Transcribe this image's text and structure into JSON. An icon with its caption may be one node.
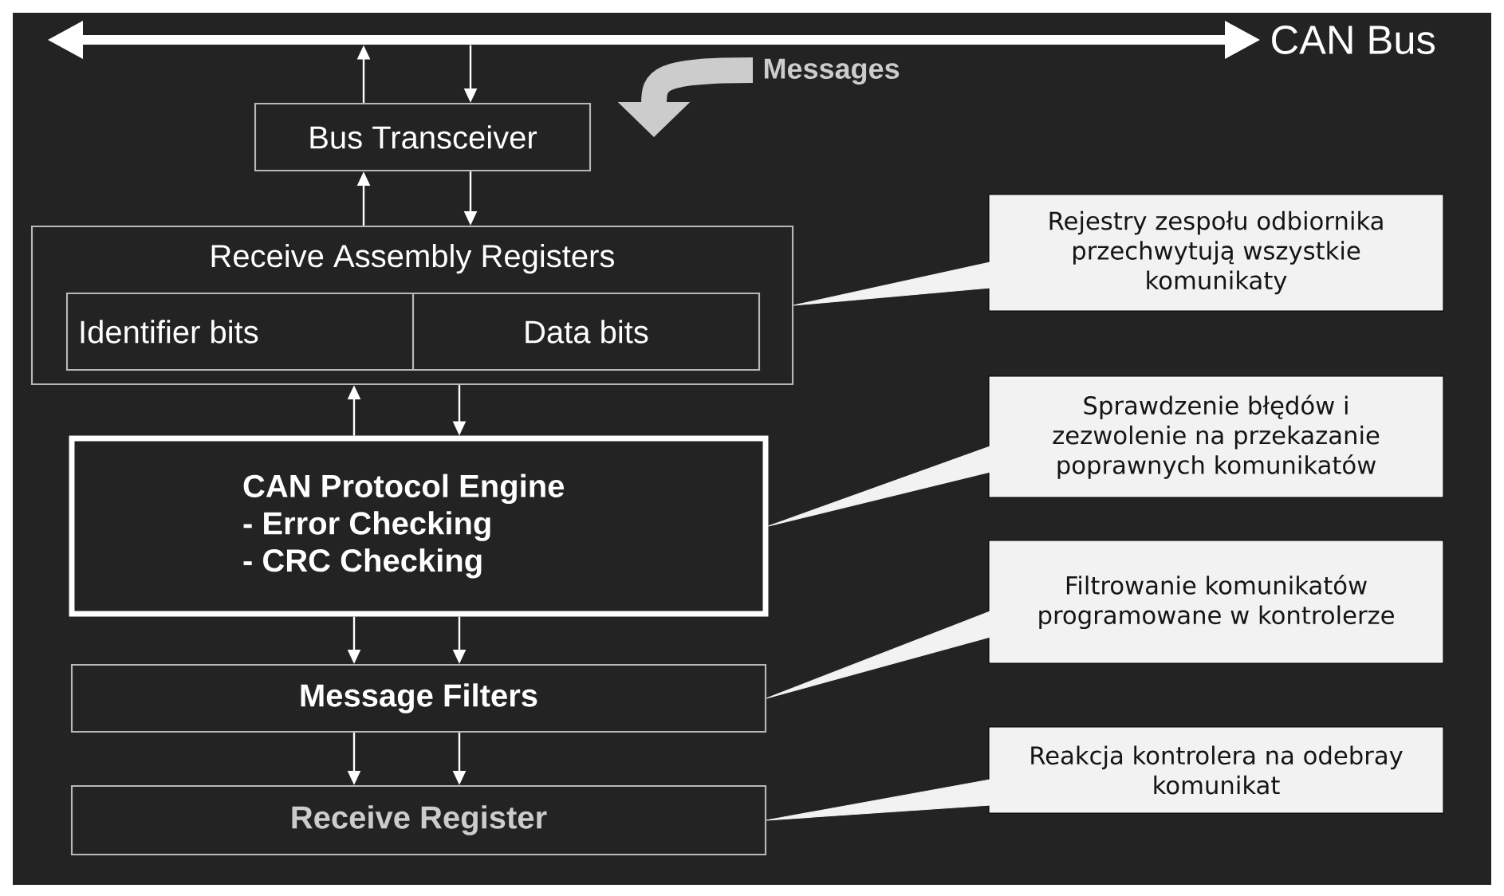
{
  "diagram": {
    "nodes": [
      {
        "text": [],
        "shape": "bar",
        "beside": [
          "CAN Bus"
        ]
      },
      {
        "text": [
          "Bus Transceiver"
        ]
      },
      {
        "text": [
          "Receive Assembly Registers"
        ]
      },
      {
        "text": [
          "Identifier bits"
        ],
        "in": 2
      },
      {
        "text": [
          "Data bits"
        ],
        "in": 2
      },
      {
        "text": [
          "CAN Protocol Engine",
          "- Error Checking",
          "- CRC Checking"
        ]
      },
      {
        "text": [
          "Message Filters"
        ]
      },
      {
        "text": [
          "Receive Register"
        ]
      },
      {
        "text": [
          "Rejestry zespołu odbiornika przechwytują wszystkie komunikaty"
        ]
      },
      {
        "text": [
          "Sprawdzenie błędów i zezwolenie na przekazanie poprawnych komunikatów"
        ]
      },
      {
        "text": [
          "Filtrowanie komunikatów programowane w kontrolerze"
        ]
      },
      {
        "text": [
          "Reakcja kontrolera na odebray komunikat"
        ]
      }
    ],
    "edges": [
      {
        "from": 1,
        "to": 0,
        "arrow": "to"
      },
      {
        "from": 0,
        "to": 1,
        "arrow": "to"
      },
      {
        "from": 2,
        "to": 1,
        "arrow": "to"
      },
      {
        "from": 1,
        "to": 2,
        "arrow": "to"
      },
      {
        "from": 5,
        "to": 2,
        "arrow": "to"
      },
      {
        "from": 2,
        "to": 5,
        "arrow": "to"
      },
      {
        "from": 5,
        "to": 6,
        "arrow": "to"
      },
      {
        "from": 5,
        "to": 6,
        "arrow": "to"
      },
      {
        "from": 6,
        "to": 7,
        "arrow": "to"
      },
      {
        "from": 6,
        "to": 7,
        "arrow": "to"
      },
      {
        "from": 8,
        "to": 2,
        "arrow": "none"
      },
      {
        "from": 9,
        "to": 5,
        "arrow": "none"
      },
      {
        "from": 10,
        "to": 6,
        "arrow": "none"
      },
      {
        "from": 11,
        "to": 7,
        "arrow": "none"
      }
    ],
    "labels": [
      "Messages"
    ]
  }
}
